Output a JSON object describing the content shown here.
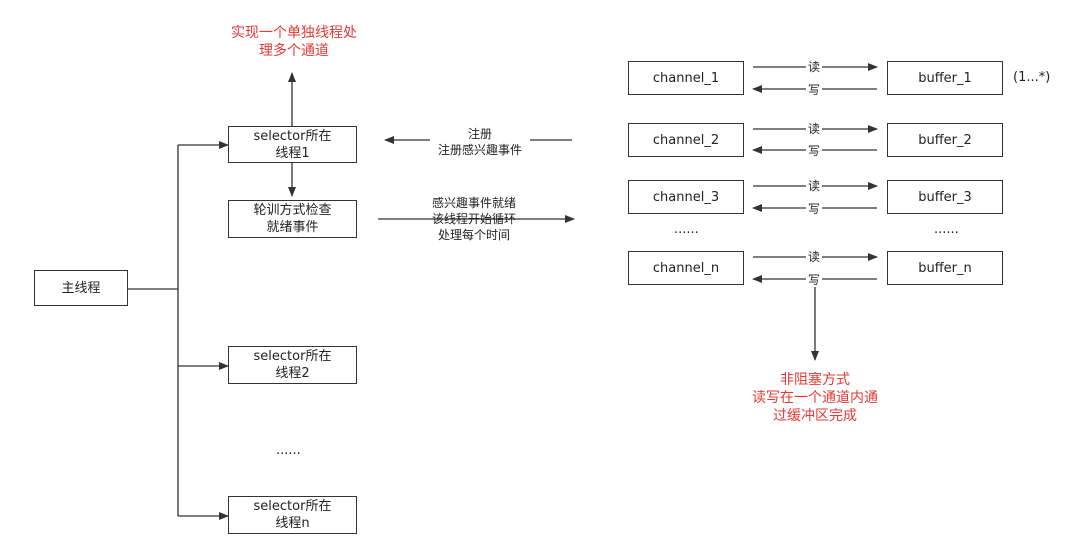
{
  "colors": {
    "line": "#333333",
    "highlight_text": "#e53935"
  },
  "main_thread": "主线程",
  "selector_threads": [
    {
      "label": "selector所在\n线程1"
    },
    {
      "label": "selector所在\n线程2"
    },
    {
      "label": "selector所在\n线程n"
    }
  ],
  "selector_ellipsis": "......",
  "poll_box": "轮训方式检查\n就绪事件",
  "single_thread_note": "实现一个单独线程处\n理多个通道",
  "register_arrow": "注册\n注册感兴趣事件",
  "ready_arrow": "感兴趣事件就绪\n该线程开始循环\n处理每个时间",
  "channels": [
    {
      "channel": "channel_1",
      "buffer": "buffer_1",
      "read": "读",
      "write": "写"
    },
    {
      "channel": "channel_2",
      "buffer": "buffer_2",
      "read": "读",
      "write": "写"
    },
    {
      "channel": "channel_3",
      "buffer": "buffer_3",
      "read": "读",
      "write": "写"
    },
    {
      "channel": "channel_n",
      "buffer": "buffer_n",
      "read": "读",
      "write": "写"
    }
  ],
  "channel_ellipsis": "......",
  "buffer_ellipsis": "......",
  "multiplicity": "(1...*)",
  "nonblocking_note": "非阻塞方式\n读写在一个通道内通\n过缓冲区完成"
}
